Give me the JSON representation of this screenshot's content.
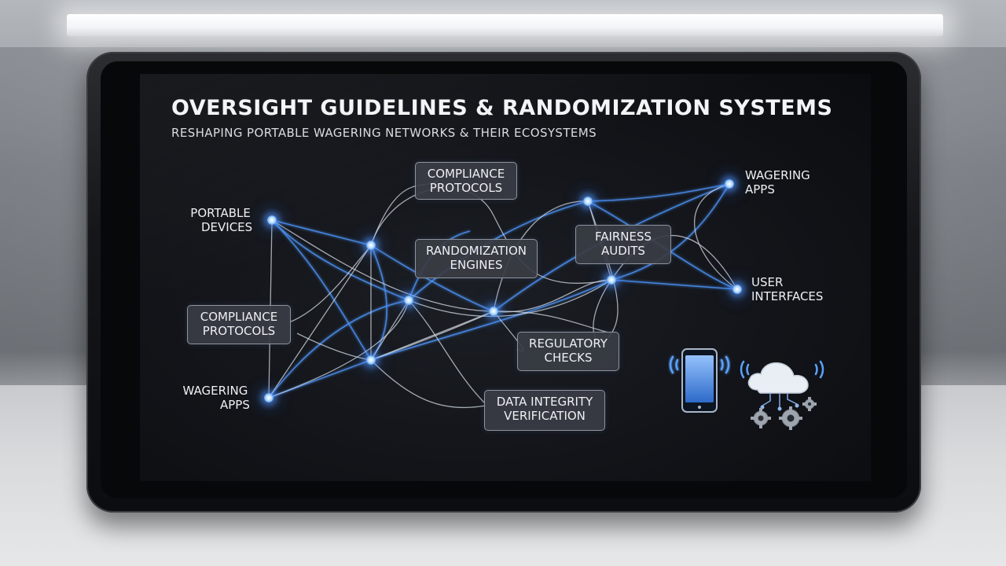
{
  "diagram": {
    "title": "OVERSIGHT GUIDELINES & RANDOMIZATION SYSTEMS",
    "subtitle": "RESHAPING PORTABLE WAGERING NETWORKS & THEIR ECOSYSTEMS",
    "boxes": {
      "compliance_top": [
        "COMPLIANCE",
        "PROTOCOLS"
      ],
      "randomization": [
        "RANDOMIZATION",
        "ENGINES"
      ],
      "fairness": [
        "FAIRNESS",
        "AUDITS"
      ],
      "compliance_left": [
        "COMPLIANCE",
        "PROTOCOLS"
      ],
      "regulatory": [
        "REGULATORY",
        "CHECKS"
      ],
      "data_integrity": [
        "DATA INTEGRITY",
        "VERIFICATION"
      ]
    },
    "labels": {
      "portable_devices": [
        "PORTABLE",
        "DEVICES"
      ],
      "wagering_apps_left": [
        "WAGERING",
        "APPS"
      ],
      "wagering_apps_right": [
        "WAGERING",
        "APPS"
      ],
      "user_interfaces": [
        "USER",
        "INTERFACES"
      ]
    },
    "icons": [
      "smartphone-icon",
      "cloud-gear-icon"
    ],
    "colors": {
      "screen_bg": "#121419",
      "line_white": "#d4dae3",
      "line_blue": "#4a8ff0",
      "node_glow": "#5fa3ff",
      "box_bg": "#3a3d44",
      "box_border": "#8e939c",
      "text": "#eef0f3"
    }
  }
}
